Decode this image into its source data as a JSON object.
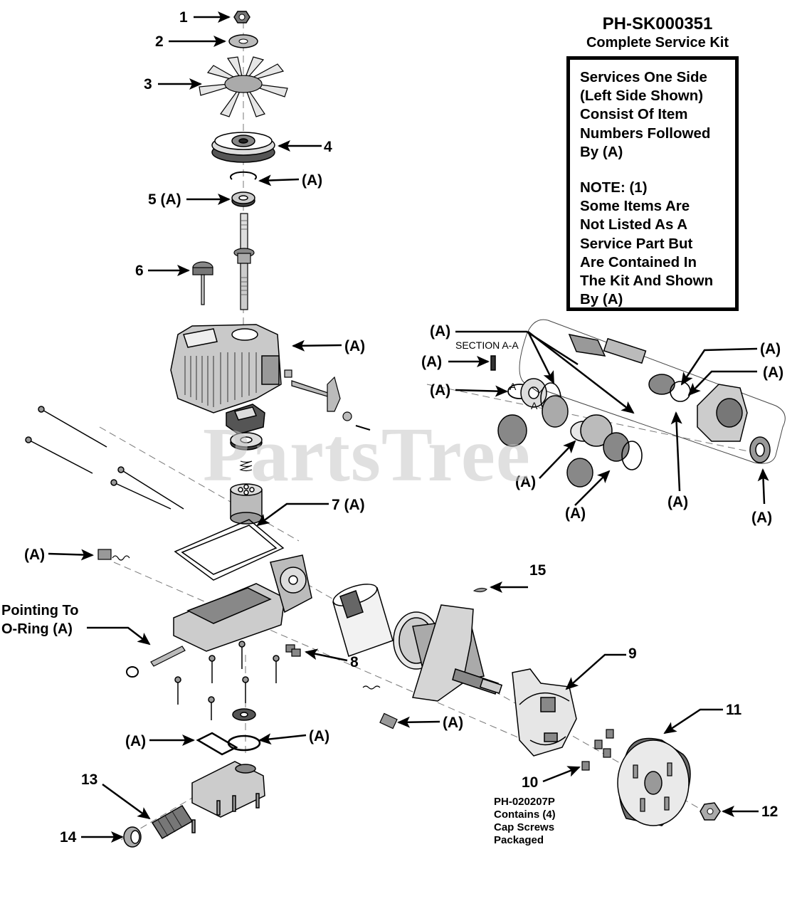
{
  "kit": {
    "title": "PH-SK000351",
    "subtitle": "Complete Service Kit",
    "note_lines": [
      "Services One Side",
      "(Left Side Shown)",
      "Consist Of Item",
      "Numbers Followed",
      "By (A)"
    ],
    "note2_lines": [
      "NOTE: (1)",
      "Some Items Are",
      "Not Listed As A",
      "Service Part But",
      "Are Contained In",
      "The Kit And Shown",
      "By (A)"
    ]
  },
  "watermark": "PartsTree",
  "callouts": {
    "c1": "1",
    "c2": "2",
    "c3": "3",
    "c4": "4",
    "c5": "5 (A)",
    "c6": "6",
    "c7": "7 (A)",
    "c8": "8",
    "c9": "9",
    "c10": "10",
    "c11": "11",
    "c12": "12",
    "c13": "13",
    "c14": "14",
    "c15": "15",
    "a": "(A)"
  },
  "section_label": "SECTION A-A",
  "section_marker": "A",
  "pointing_lines": [
    "Pointing To",
    "O-Ring (A)"
  ],
  "part10_note_lines": [
    "PH-020207P",
    "Contains (4)",
    "Cap Screws",
    "Packaged"
  ]
}
